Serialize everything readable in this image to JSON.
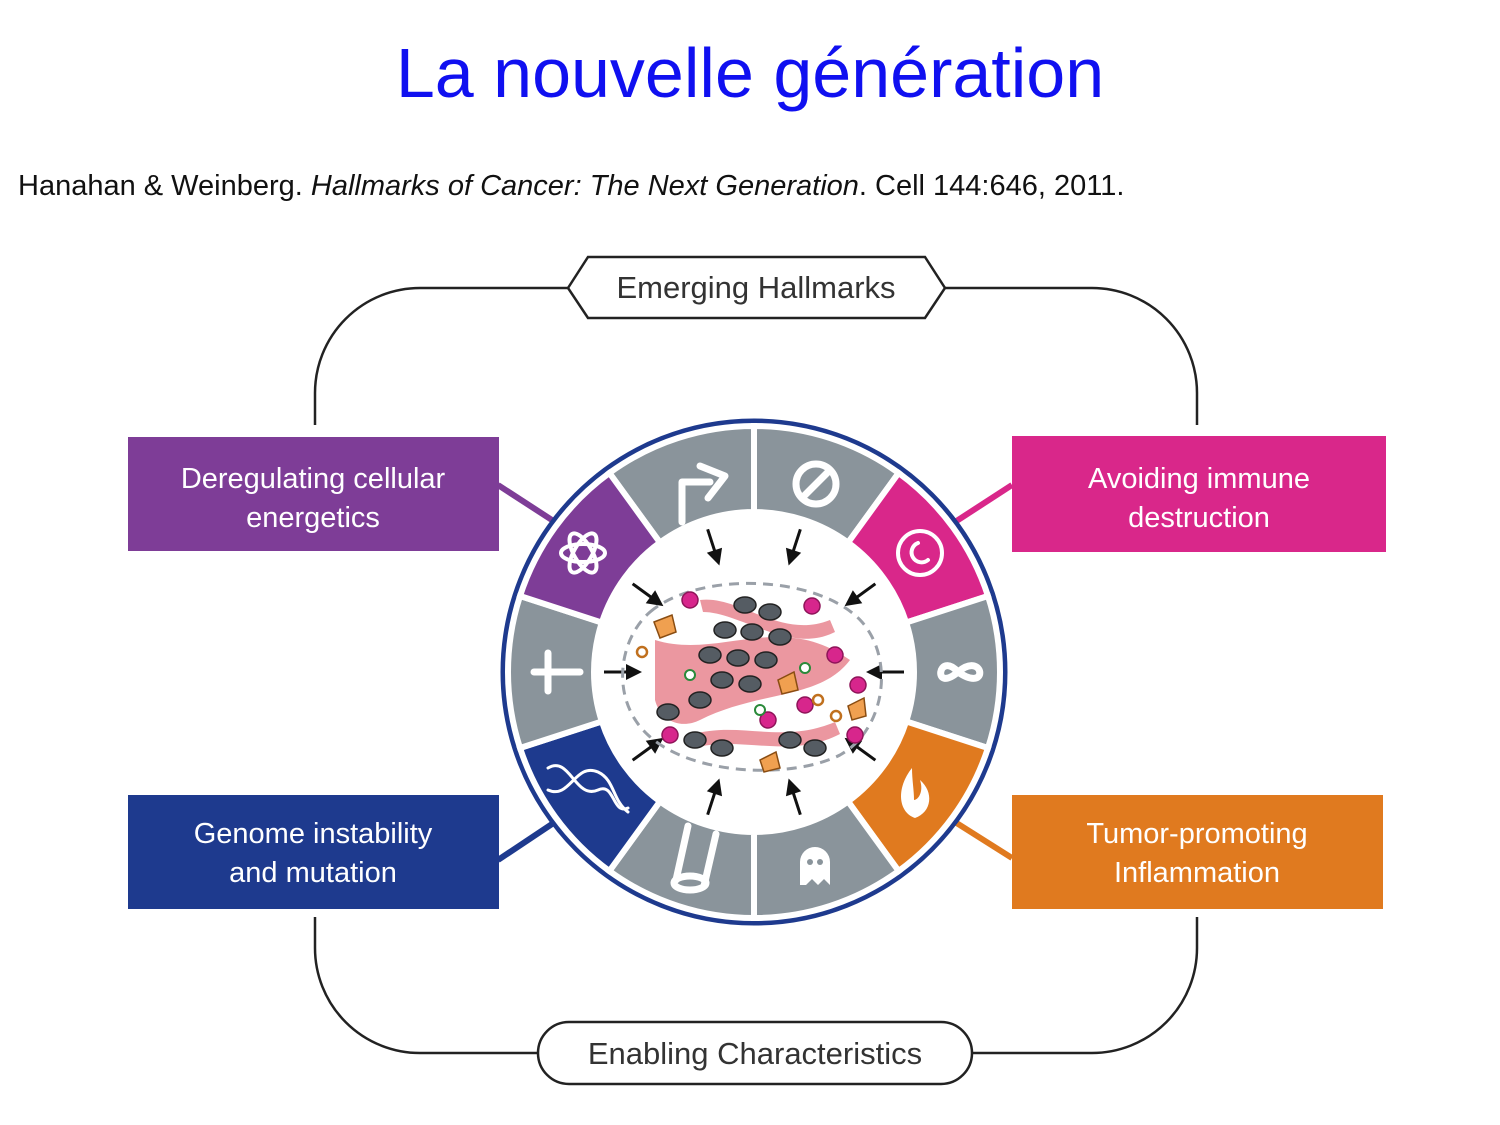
{
  "slide": {
    "title": "La nouvelle génération",
    "citation": {
      "authors": "Hanahan & Weinberg.",
      "paper_title": "Hallmarks of Cancer: The Next Generation",
      "journal": ". Cell 144:646, 2011."
    }
  },
  "diagram": {
    "top_pill": "Emerging Hallmarks",
    "bottom_pill": "Enabling Characteristics",
    "boxes": {
      "energetics": {
        "line1": "Deregulating cellular",
        "line2": "energetics",
        "color": "#7e3d97"
      },
      "immune": {
        "line1": "Avoiding immune",
        "line2": "destruction",
        "color": "#d9278a"
      },
      "genome": {
        "line1": "Genome instability",
        "line2": "and mutation",
        "color": "#1e3a8e"
      },
      "inflammation": {
        "line1": "Tumor-promoting",
        "line2": "Inflammation",
        "color": "#e07a1f"
      }
    },
    "colors": {
      "ring_border": "#1e3a8e",
      "segment_gray": "#8a949b",
      "connector": "#222222"
    },
    "segment_icons": [
      "proliferation-arrow-icon",
      "no-entry-icon",
      "immune-cell-icon",
      "infinity-icon",
      "fire-icon",
      "ghost-icon",
      "vessel-icon",
      "dna-icon",
      "cross-icon",
      "atom-icon"
    ]
  }
}
